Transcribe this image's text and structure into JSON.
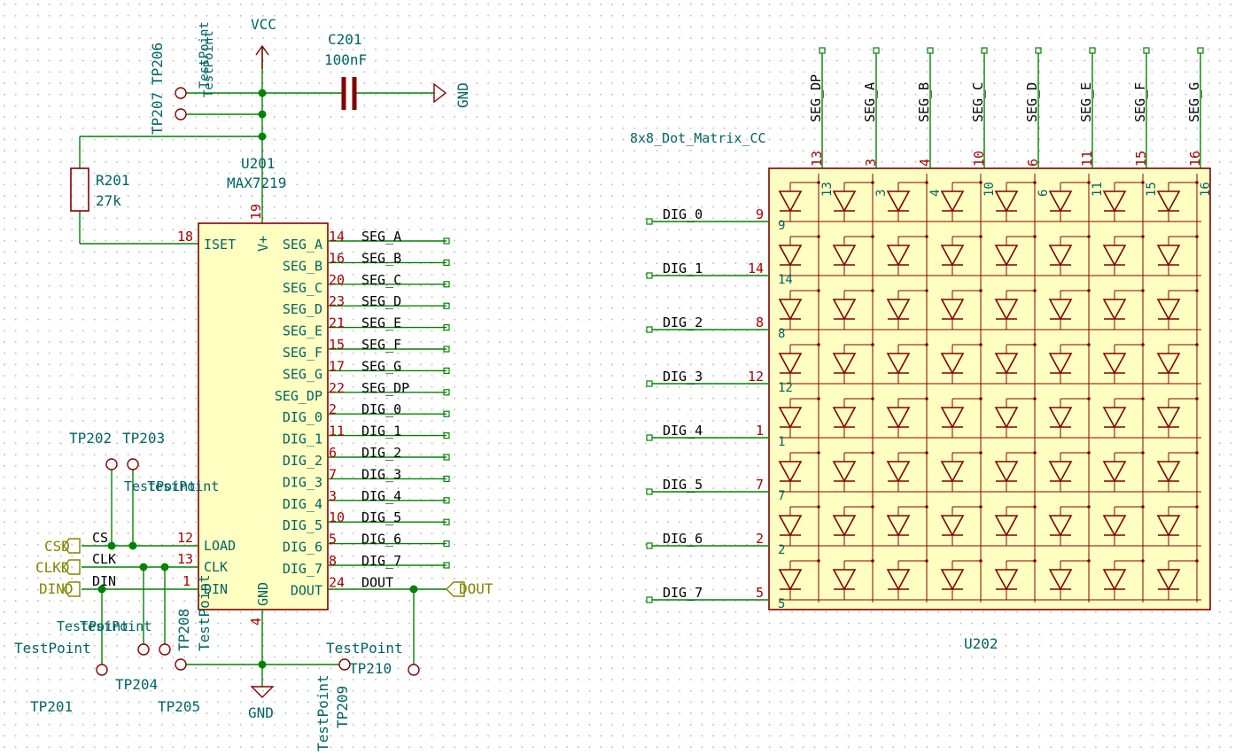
{
  "colors": {
    "wire": "#008400",
    "component": "#840000",
    "body_fill": "#ffffc2",
    "ref_text": "#006464",
    "net_text": "#000000",
    "pin_num": "#a90000",
    "global_label": "#848400",
    "grid_dot": "#b4b4b4"
  },
  "power": {
    "vcc": "VCC",
    "gnd_bottom": "GND",
    "gnd_cap": "GND"
  },
  "capacitor": {
    "ref": "C201",
    "value": "100nF"
  },
  "resistor": {
    "ref": "R201",
    "value": "27k"
  },
  "u201": {
    "ref": "U201",
    "value": "MAX7219",
    "pins_right": [
      {
        "name": "SEG_A",
        "num": "14",
        "net": "SEG_A"
      },
      {
        "name": "SEG_B",
        "num": "16",
        "net": "SEG_B"
      },
      {
        "name": "SEG_C",
        "num": "20",
        "net": "SEG_C"
      },
      {
        "name": "SEG_D",
        "num": "23",
        "net": "SEG_D"
      },
      {
        "name": "SEG_E",
        "num": "21",
        "net": "SEG_E"
      },
      {
        "name": "SEG_F",
        "num": "15",
        "net": "SEG_F"
      },
      {
        "name": "SEG_G",
        "num": "17",
        "net": "SEG_G"
      },
      {
        "name": "SEG_DP",
        "num": "22",
        "net": "SEG_DP"
      },
      {
        "name": "DIG_0",
        "num": "2",
        "net": "DIG_0"
      },
      {
        "name": "DIG_1",
        "num": "11",
        "net": "DIG_1"
      },
      {
        "name": "DIG_2",
        "num": "6",
        "net": "DIG_2"
      },
      {
        "name": "DIG_3",
        "num": "7",
        "net": "DIG_3"
      },
      {
        "name": "DIG_4",
        "num": "3",
        "net": "DIG_4"
      },
      {
        "name": "DIG_5",
        "num": "10",
        "net": "DIG_5"
      },
      {
        "name": "DIG_6",
        "num": "5",
        "net": "DIG_6"
      },
      {
        "name": "DIG_7",
        "num": "8",
        "net": "DIG_7"
      },
      {
        "name": "DOUT",
        "num": "24",
        "net": "DOUT"
      }
    ],
    "iset": {
      "name": "ISET",
      "num": "18"
    },
    "vplus": {
      "name": "V+",
      "num": "19"
    },
    "gnd": {
      "name": "GND",
      "num": "4"
    },
    "load": {
      "name": "LOAD",
      "num": "12",
      "net": "CS"
    },
    "clk": {
      "name": "CLK",
      "num": "13",
      "net": "CLK"
    },
    "din": {
      "name": "DIN",
      "num": "1",
      "net": "DIN"
    }
  },
  "global_labels": {
    "csd": "CSD",
    "clkd": "CLKD",
    "dind": "DIND",
    "dout": "DOUT"
  },
  "testpoints": {
    "tp206": "TP206",
    "tp207": "TP207",
    "tp202": "TP202",
    "tp203": "TP203",
    "tp201": "TP201",
    "tp204": "TP204",
    "tp205": "TP205",
    "tp208": "TP208",
    "tp209": "TP209",
    "tp210": "TP210",
    "value": "TestPoint"
  },
  "u202": {
    "ref": "U202",
    "value": "8x8_Dot_Matrix_CC",
    "columns": [
      {
        "net": "SEG_DP",
        "pin": "13"
      },
      {
        "net": "SEG_A",
        "pin": "3"
      },
      {
        "net": "SEG_B",
        "pin": "4"
      },
      {
        "net": "SEG_C",
        "pin": "10"
      },
      {
        "net": "SEG_D",
        "pin": "6"
      },
      {
        "net": "SEG_E",
        "pin": "11"
      },
      {
        "net": "SEG_F",
        "pin": "15"
      },
      {
        "net": "SEG_G",
        "pin": "16"
      }
    ],
    "rows": [
      {
        "net": "DIG_0",
        "pin": "9"
      },
      {
        "net": "DIG_1",
        "pin": "14"
      },
      {
        "net": "DIG_2",
        "pin": "8"
      },
      {
        "net": "DIG_3",
        "pin": "12"
      },
      {
        "net": "DIG_4",
        "pin": "1"
      },
      {
        "net": "DIG_5",
        "pin": "7"
      },
      {
        "net": "DIG_6",
        "pin": "2"
      },
      {
        "net": "DIG_7",
        "pin": "5"
      }
    ]
  }
}
